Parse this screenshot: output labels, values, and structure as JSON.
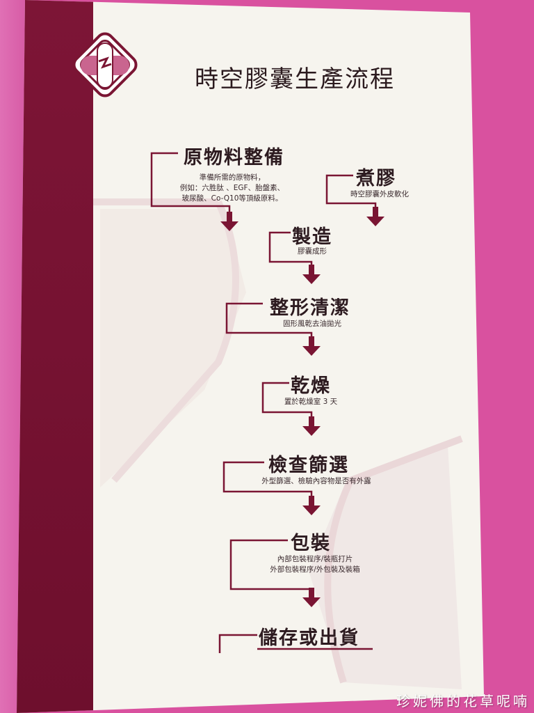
{
  "sign": {
    "title": "時空膠囊生產流程",
    "steps": [
      {
        "title": "原物料整備",
        "desc": [
          "準備所需的原物料，",
          "例如：六胜肽 、EGF、胎盤素、",
          "玻尿酸、Co-Q10等頂級原料。"
        ]
      },
      {
        "title": "煮膠",
        "desc": [
          "時空膠囊外皮軟化"
        ]
      },
      {
        "title": "製造",
        "desc": [
          "膠囊成形"
        ]
      },
      {
        "title": "整形清潔",
        "desc": [
          "固形風乾去油拋光"
        ]
      },
      {
        "title": "乾燥",
        "desc": [
          "置於乾燥室 3 天"
        ]
      },
      {
        "title": "檢查篩選",
        "desc": [
          "外型篩選、檢驗內容物是否有外露"
        ]
      },
      {
        "title": "包裝",
        "desc": [
          "內部包裝程序/裝瓶打片",
          "外部包裝程序/外包裝及裝箱"
        ]
      },
      {
        "title": "儲存或出貨",
        "desc": []
      }
    ]
  },
  "watermark": "珍妮佛的花草呢喃",
  "colors": {
    "accent": "#7a1533",
    "wall": "#d9519f",
    "board": "#f6f4ee",
    "logo_pink": "#c9658f"
  },
  "icons": {
    "logo": "capsule-logo-icon",
    "arrow": "arrow-down-icon"
  }
}
